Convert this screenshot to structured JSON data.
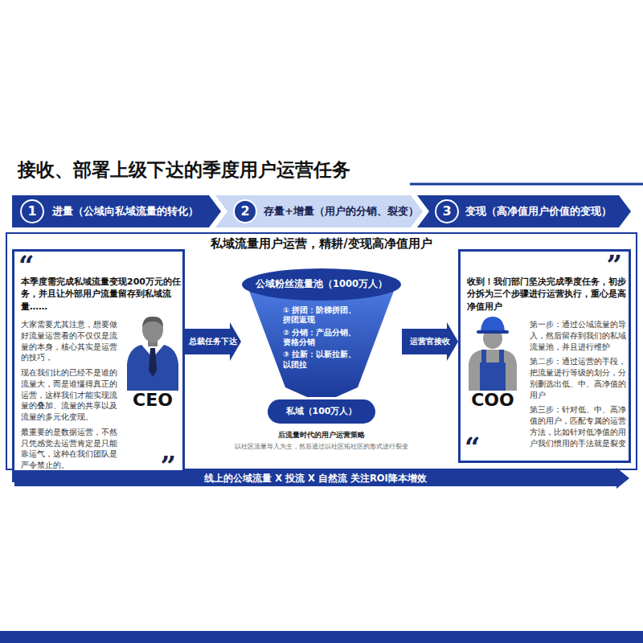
{
  "diagram": {
    "title": "接收、部署上级下达的季度用户运营任务",
    "nodes": [
      {
        "text": [
          "进量（公域向私域流量的转化）"
        ]
      },
      {
        "text": [
          "1"
        ],
        "in": 0
      },
      {
        "text": [
          "存量+增量（用户的分销、裂变）"
        ]
      },
      {
        "text": [
          "2"
        ],
        "in": 2
      },
      {
        "text": [
          "变现（高净值用户价值的变现）"
        ]
      },
      {
        "text": [
          "3"
        ],
        "in": 4
      },
      {
        "text": [
          "本季度需完成私域流量变现200万元的任务，并且让外部用户流量留存到私域流量……",
          "大家需要尤其注意，想要做好流量运营看的不仅仅是流量的本身，核心其实是运营的技巧，",
          "现在我们比的已经不是谁的流量大，而是谁懂得真正的运营，这样我们才能实现流量的叠加、流量的共享以及流量的多元化变现。",
          "最重要的是数据运营，不然只凭感觉去运营肯定是只能靠运气，这种在我们团队是严令禁止的。"
        ]
      },
      {
        "text": [
          "公域粉丝流量池（1000万人）",
          "① 拼团：阶梯拼团、拼团返现",
          "② 分销：产品分销、资格分销",
          "③ 拉新：以新拉新、以团拉"
        ]
      },
      {
        "text": [
          "私域（100万人）"
        ]
      },
      {
        "text": [
          "收到！我们部门坚决完成季度任务，初步分拆为三个步骤进行运营执行，重心是高净值用户",
          "第一步：通过公域流量的导入，然后留存到我们的私域流量池，并且进行维护",
          "第二步：通过运营的手段，把流量进行等级的划分，分别删选出低、中、高净值的用户",
          "第三步：针对低、中、高净值的用户，匹配专属的运营方法，比如针对低净值的用户我们惯用的手法就是裂变"
        ]
      },
      {
        "text": [
          "线上的公域流量 X 投流 X 自然流 关注ROI降本增效"
        ]
      }
    ],
    "edges": [
      {
        "from": 6,
        "to": 7,
        "label": "总裁任务下达",
        "arrow": "to"
      },
      {
        "from": 7,
        "to": 9,
        "label": "运营官接收",
        "arrow": "to"
      }
    ],
    "labels": [
      "私域流量用户运营，精耕/变现高净值用户",
      "“",
      "”",
      "CEO",
      "”",
      "“",
      "COO",
      "后流量时代的用户运营策略",
      "以社区流量导入为主，然后通过以社区拓社区的形式进行裂变"
    ]
  }
}
